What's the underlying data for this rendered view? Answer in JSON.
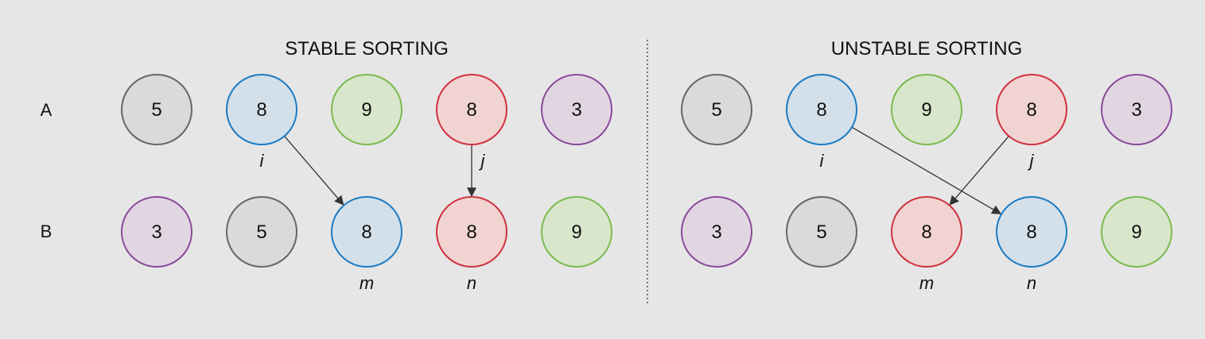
{
  "stable": {
    "title": "STABLE SORTING",
    "row_a": [
      {
        "value": "5",
        "color": "gray"
      },
      {
        "value": "8",
        "color": "blue",
        "label": "i"
      },
      {
        "value": "9",
        "color": "green"
      },
      {
        "value": "8",
        "color": "red",
        "label": "j"
      },
      {
        "value": "3",
        "color": "purple"
      }
    ],
    "row_b": [
      {
        "value": "3",
        "color": "purple"
      },
      {
        "value": "5",
        "color": "gray"
      },
      {
        "value": "8",
        "color": "blue",
        "label": "m"
      },
      {
        "value": "8",
        "color": "red",
        "label": "n"
      },
      {
        "value": "9",
        "color": "green"
      }
    ],
    "arrows": [
      {
        "from": 1,
        "to": 2
      },
      {
        "from": 3,
        "to": 3
      }
    ]
  },
  "unstable": {
    "title": "UNSTABLE SORTING",
    "row_a": [
      {
        "value": "5",
        "color": "gray"
      },
      {
        "value": "8",
        "color": "blue",
        "label": "i"
      },
      {
        "value": "9",
        "color": "green"
      },
      {
        "value": "8",
        "color": "red",
        "label": "j"
      },
      {
        "value": "3",
        "color": "purple"
      }
    ],
    "row_b": [
      {
        "value": "3",
        "color": "purple"
      },
      {
        "value": "5",
        "color": "gray"
      },
      {
        "value": "8",
        "color": "red",
        "label": "m"
      },
      {
        "value": "8",
        "color": "blue",
        "label": "n"
      },
      {
        "value": "9",
        "color": "green"
      }
    ],
    "arrows": [
      {
        "from": 1,
        "to": 3
      },
      {
        "from": 3,
        "to": 2
      }
    ]
  },
  "row_labels": {
    "a": "A",
    "b": "B"
  },
  "colors": {
    "gray": {
      "fill": "#dadada",
      "stroke": "#666666"
    },
    "blue": {
      "fill": "#d3e0ea",
      "stroke": "#1d7bc2"
    },
    "green": {
      "fill": "#d8e6cc",
      "stroke": "#7cba4e"
    },
    "red": {
      "fill": "#f1d3d1",
      "stroke": "#cf3240"
    },
    "purple": {
      "fill": "#e2d5e2",
      "stroke": "#8a4a9a"
    },
    "arrow": "#333333",
    "background": "#e6e6e6"
  }
}
